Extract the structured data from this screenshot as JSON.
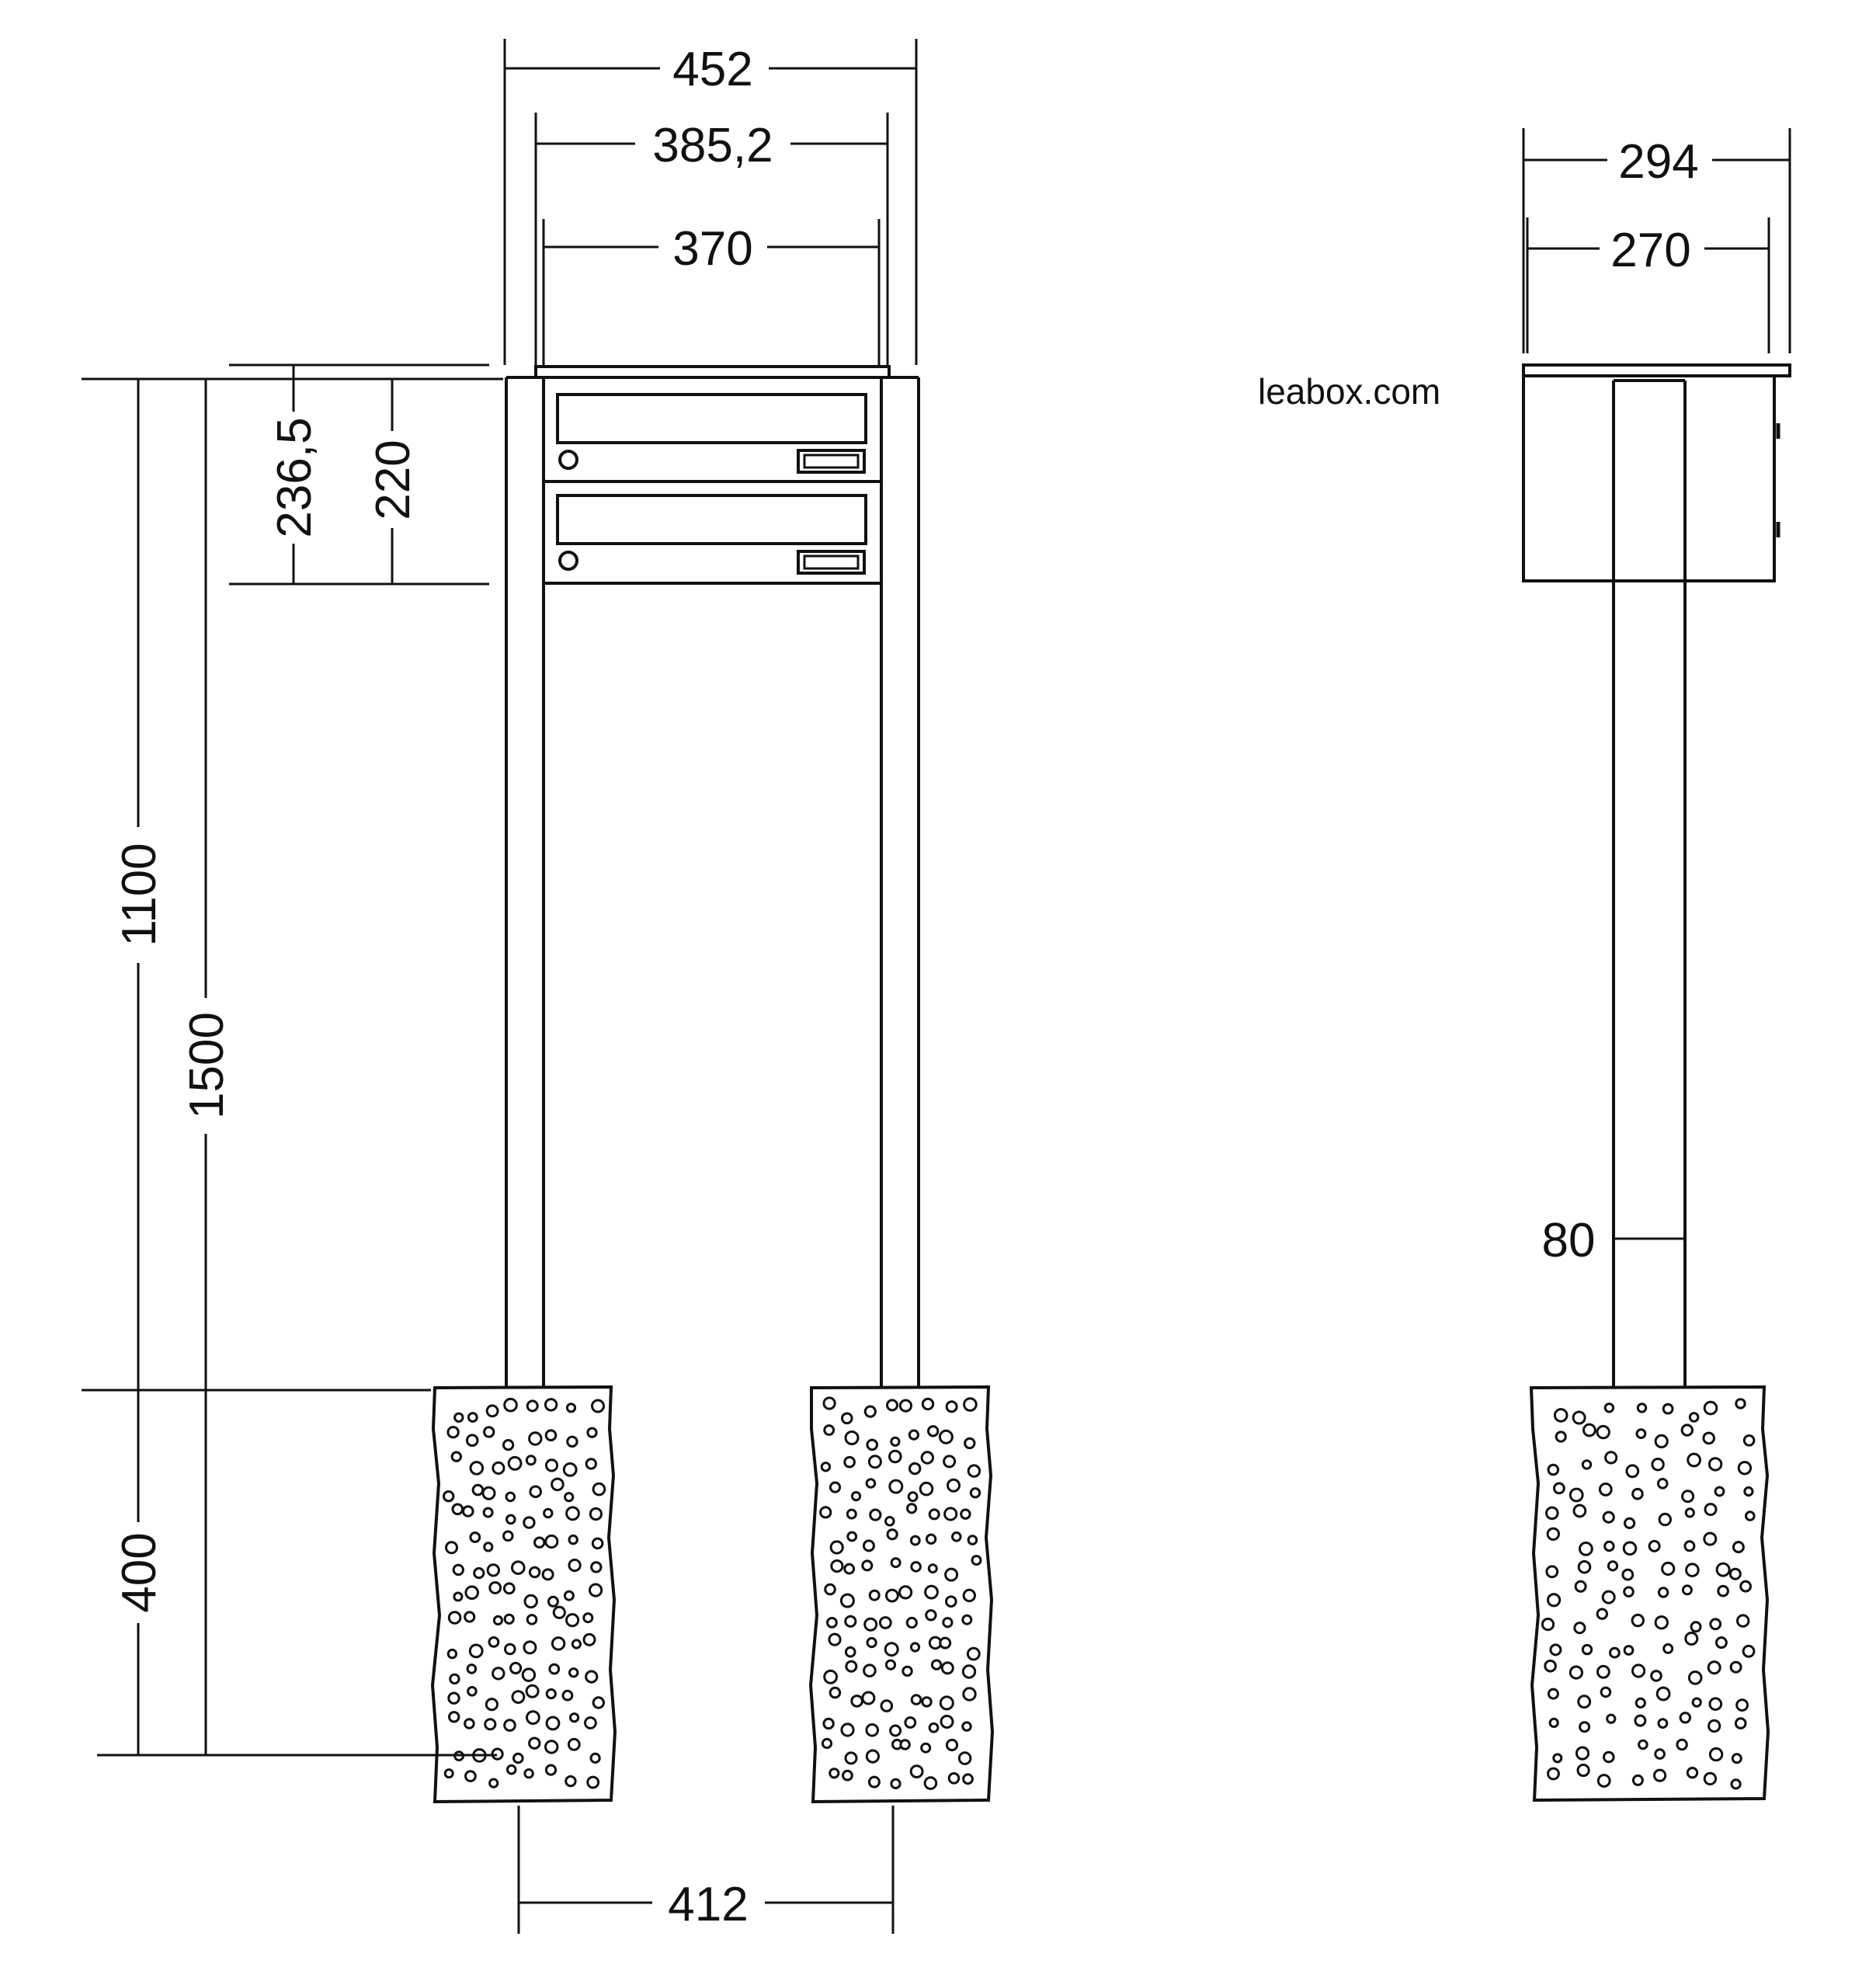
{
  "front_view": {
    "width_outer": "452",
    "width_mid": "385,2",
    "width_inner": "370",
    "height_box_outer": "236,5",
    "height_box_inner": "220",
    "height_top": "1100",
    "height_total": "1500",
    "height_foundation": "400",
    "post_spacing": "412"
  },
  "side_view": {
    "depth_outer": "294",
    "depth_inner": "270",
    "post_size": "80",
    "brand": "leabox.com"
  }
}
